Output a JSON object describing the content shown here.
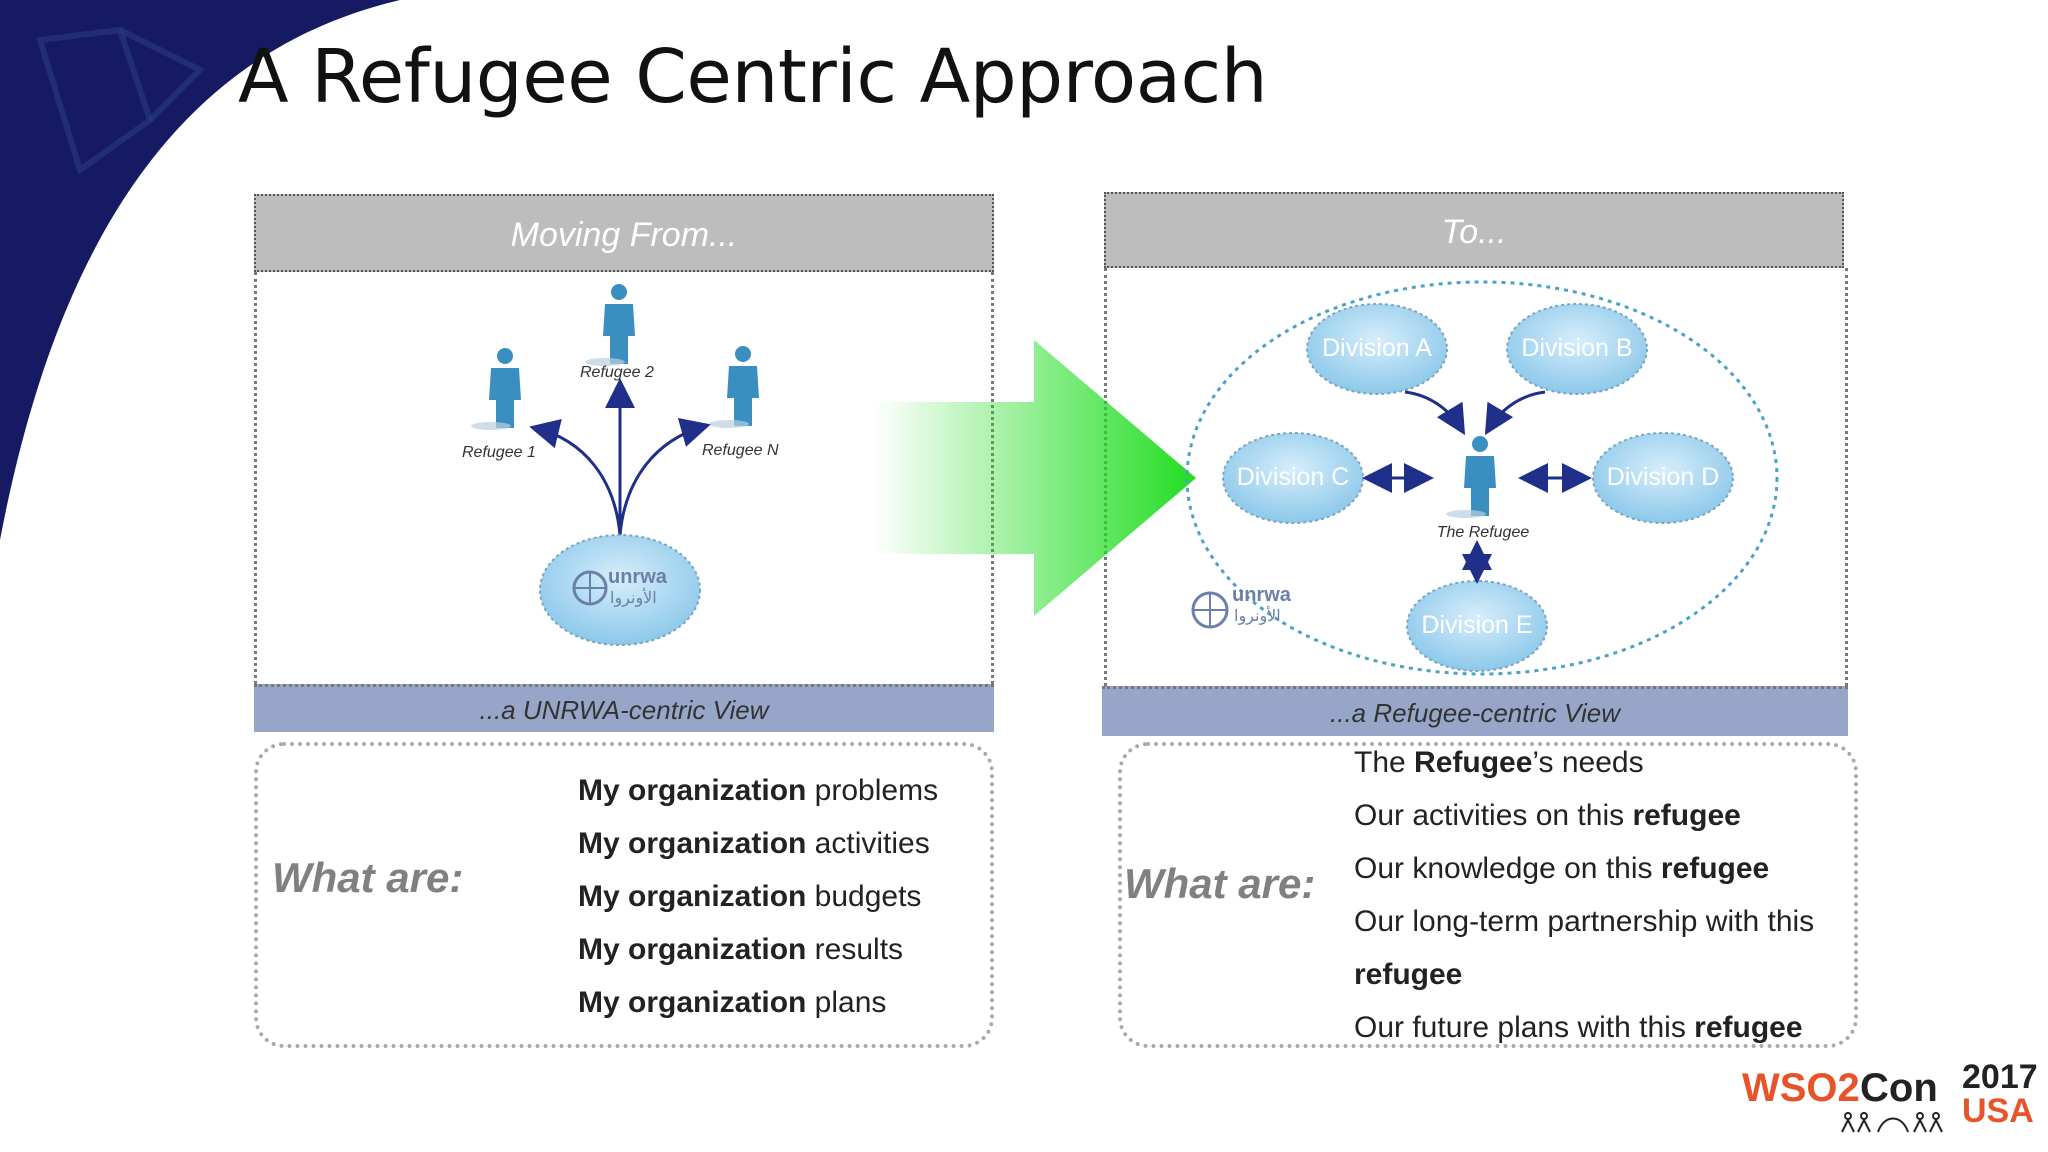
{
  "slide": {
    "title": "A Refugee Centric Approach"
  },
  "left": {
    "header": "Moving From...",
    "footer": "...a UNRWA-centric View",
    "refugees": [
      "Refugee 1",
      "Refugee 2",
      "Refugee N"
    ],
    "logo_en": "unrwa",
    "logo_ar": "الأونروا",
    "what_label": "What are:",
    "lines": [
      {
        "bold": "My organization",
        "rest": " problems"
      },
      {
        "bold": "My organization",
        "rest": " activities"
      },
      {
        "bold": "My organization",
        "rest": " budgets"
      },
      {
        "bold": "My organization",
        "rest": " results"
      },
      {
        "bold": "My organization",
        "rest": " plans"
      }
    ]
  },
  "right": {
    "header": "To...",
    "footer": "...a Refugee-centric View",
    "center_label": "The Refugee",
    "divisions": [
      "Division A",
      "Division B",
      "Division C",
      "Division D",
      "Division E"
    ],
    "logo_en": "unrwa",
    "logo_ar": "الأونروا",
    "what_label": "What are:",
    "lines": [
      {
        "pre": "The ",
        "bold": "Refugee",
        "post": "’s needs"
      },
      {
        "pre": "Our activities on this ",
        "bold": "refugee",
        "post": ""
      },
      {
        "pre": "Our knowledge on this ",
        "bold": "refugee",
        "post": ""
      },
      {
        "pre": "Our long-term partnership with this",
        "bold": "",
        "post": ""
      },
      {
        "pre": "",
        "bold": "refugee",
        "post": ""
      },
      {
        "pre": "Our future plans with this ",
        "bold": "refugee",
        "post": ""
      }
    ]
  },
  "brand": {
    "name_a": "WSO2",
    "name_b": "Con",
    "year": "2017",
    "region": "USA"
  },
  "colors": {
    "navy": "#151a63",
    "bubble": "#a9d7f0",
    "person": "#3a8fc0",
    "arrow_green": "#22dd22",
    "footer_blue": "#97a6c8",
    "brand_orange": "#e8542a"
  }
}
